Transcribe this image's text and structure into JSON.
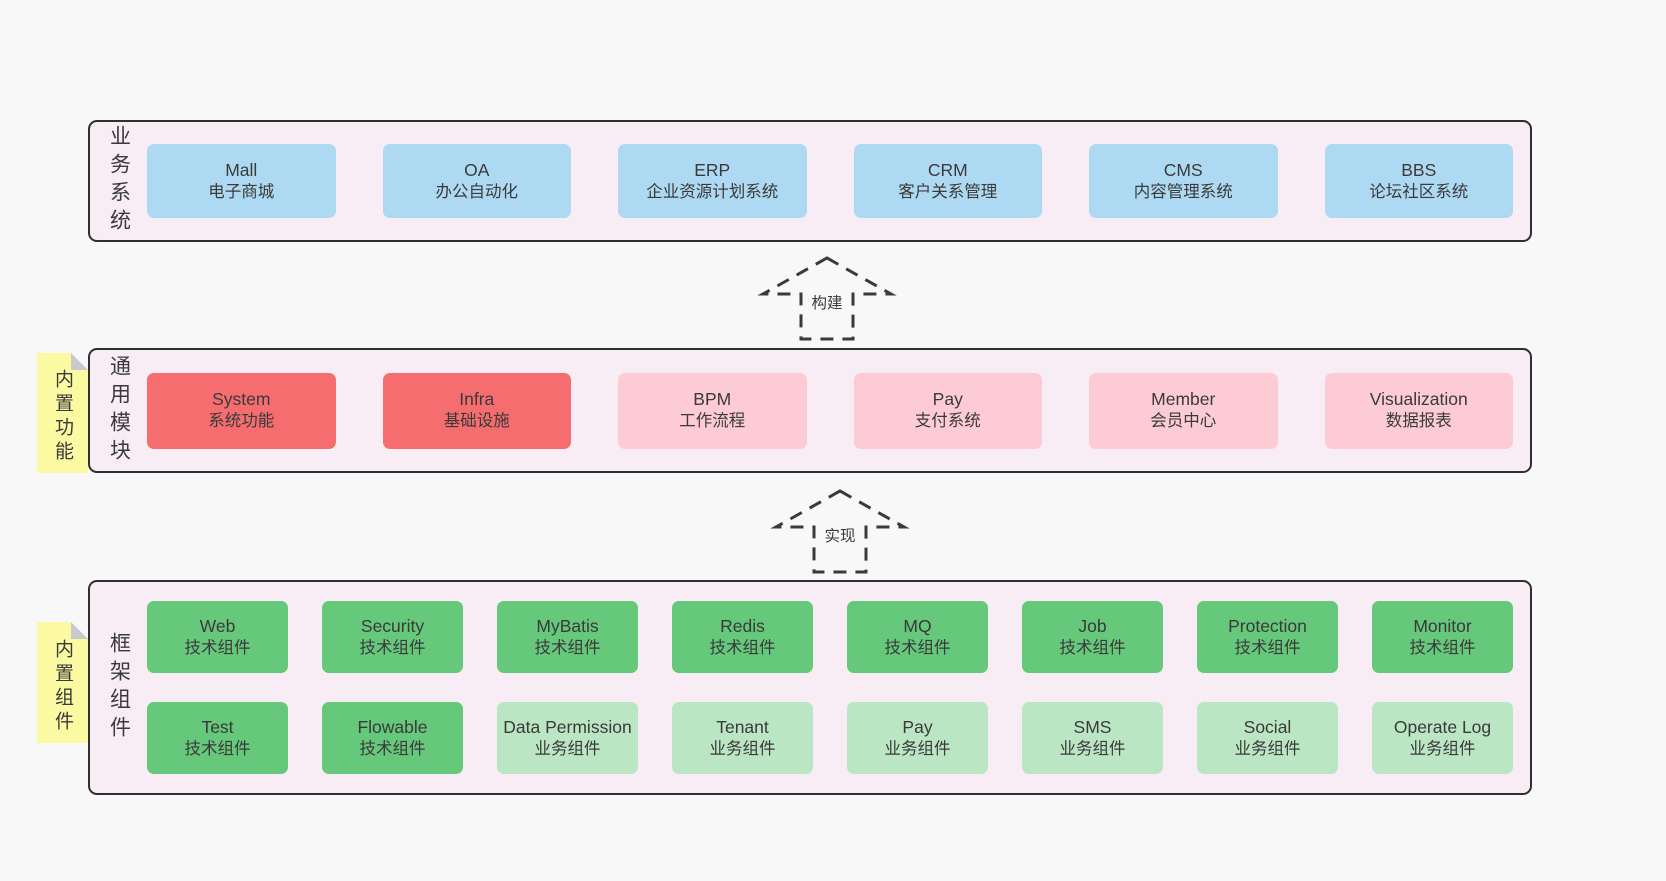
{
  "colors": {
    "canvas_bg": "#f8f8f8",
    "section_bg": "#f8edf5",
    "section_border": "#2f2f2f",
    "blue_box": "#addaf2",
    "red_box": "#f56d6f",
    "pink_box": "#fdcbd3",
    "green_box": "#66c87b",
    "green_light_box": "#bbe6c3",
    "sticky_yellow": "#fbf9a1",
    "sticky_fold_gray": "#c9c9ce",
    "text": "#3a3a3a"
  },
  "arrows": [
    {
      "label": "构建"
    },
    {
      "label": "实现"
    }
  ],
  "sticky_notes": [
    {
      "label": "内置功能"
    },
    {
      "label": "内置组件"
    }
  ],
  "sections": [
    {
      "label": "业务系统",
      "boxes": [
        {
          "title": "Mall",
          "subtitle": "电子商城"
        },
        {
          "title": "OA",
          "subtitle": "办公自动化"
        },
        {
          "title": "ERP",
          "subtitle": "企业资源计划系统"
        },
        {
          "title": "CRM",
          "subtitle": "客户关系管理"
        },
        {
          "title": "CMS",
          "subtitle": "内容管理系统"
        },
        {
          "title": "BBS",
          "subtitle": "论坛社区系统"
        }
      ]
    },
    {
      "label": "通用模块",
      "boxes": [
        {
          "title": "System",
          "subtitle": "系统功能"
        },
        {
          "title": "Infra",
          "subtitle": "基础设施"
        },
        {
          "title": "BPM",
          "subtitle": "工作流程"
        },
        {
          "title": "Pay",
          "subtitle": "支付系统"
        },
        {
          "title": "Member",
          "subtitle": "会员中心"
        },
        {
          "title": "Visualization",
          "subtitle": "数据报表"
        }
      ]
    },
    {
      "label": "框架组件",
      "rows": [
        [
          {
            "title": "Web",
            "subtitle": "技术组件"
          },
          {
            "title": "Security",
            "subtitle": "技术组件"
          },
          {
            "title": "MyBatis",
            "subtitle": "技术组件"
          },
          {
            "title": "Redis",
            "subtitle": "技术组件"
          },
          {
            "title": "MQ",
            "subtitle": "技术组件"
          },
          {
            "title": "Job",
            "subtitle": "技术组件"
          },
          {
            "title": "Protection",
            "subtitle": "技术组件"
          },
          {
            "title": "Monitor",
            "subtitle": "技术组件"
          }
        ],
        [
          {
            "title": "Test",
            "subtitle": "技术组件"
          },
          {
            "title": "Flowable",
            "subtitle": "技术组件"
          },
          {
            "title": "Data Permission",
            "subtitle": "业务组件"
          },
          {
            "title": "Tenant",
            "subtitle": "业务组件"
          },
          {
            "title": "Pay",
            "subtitle": "业务组件"
          },
          {
            "title": "SMS",
            "subtitle": "业务组件"
          },
          {
            "title": "Social",
            "subtitle": "业务组件"
          },
          {
            "title": "Operate Log",
            "subtitle": "业务组件"
          }
        ]
      ]
    }
  ]
}
